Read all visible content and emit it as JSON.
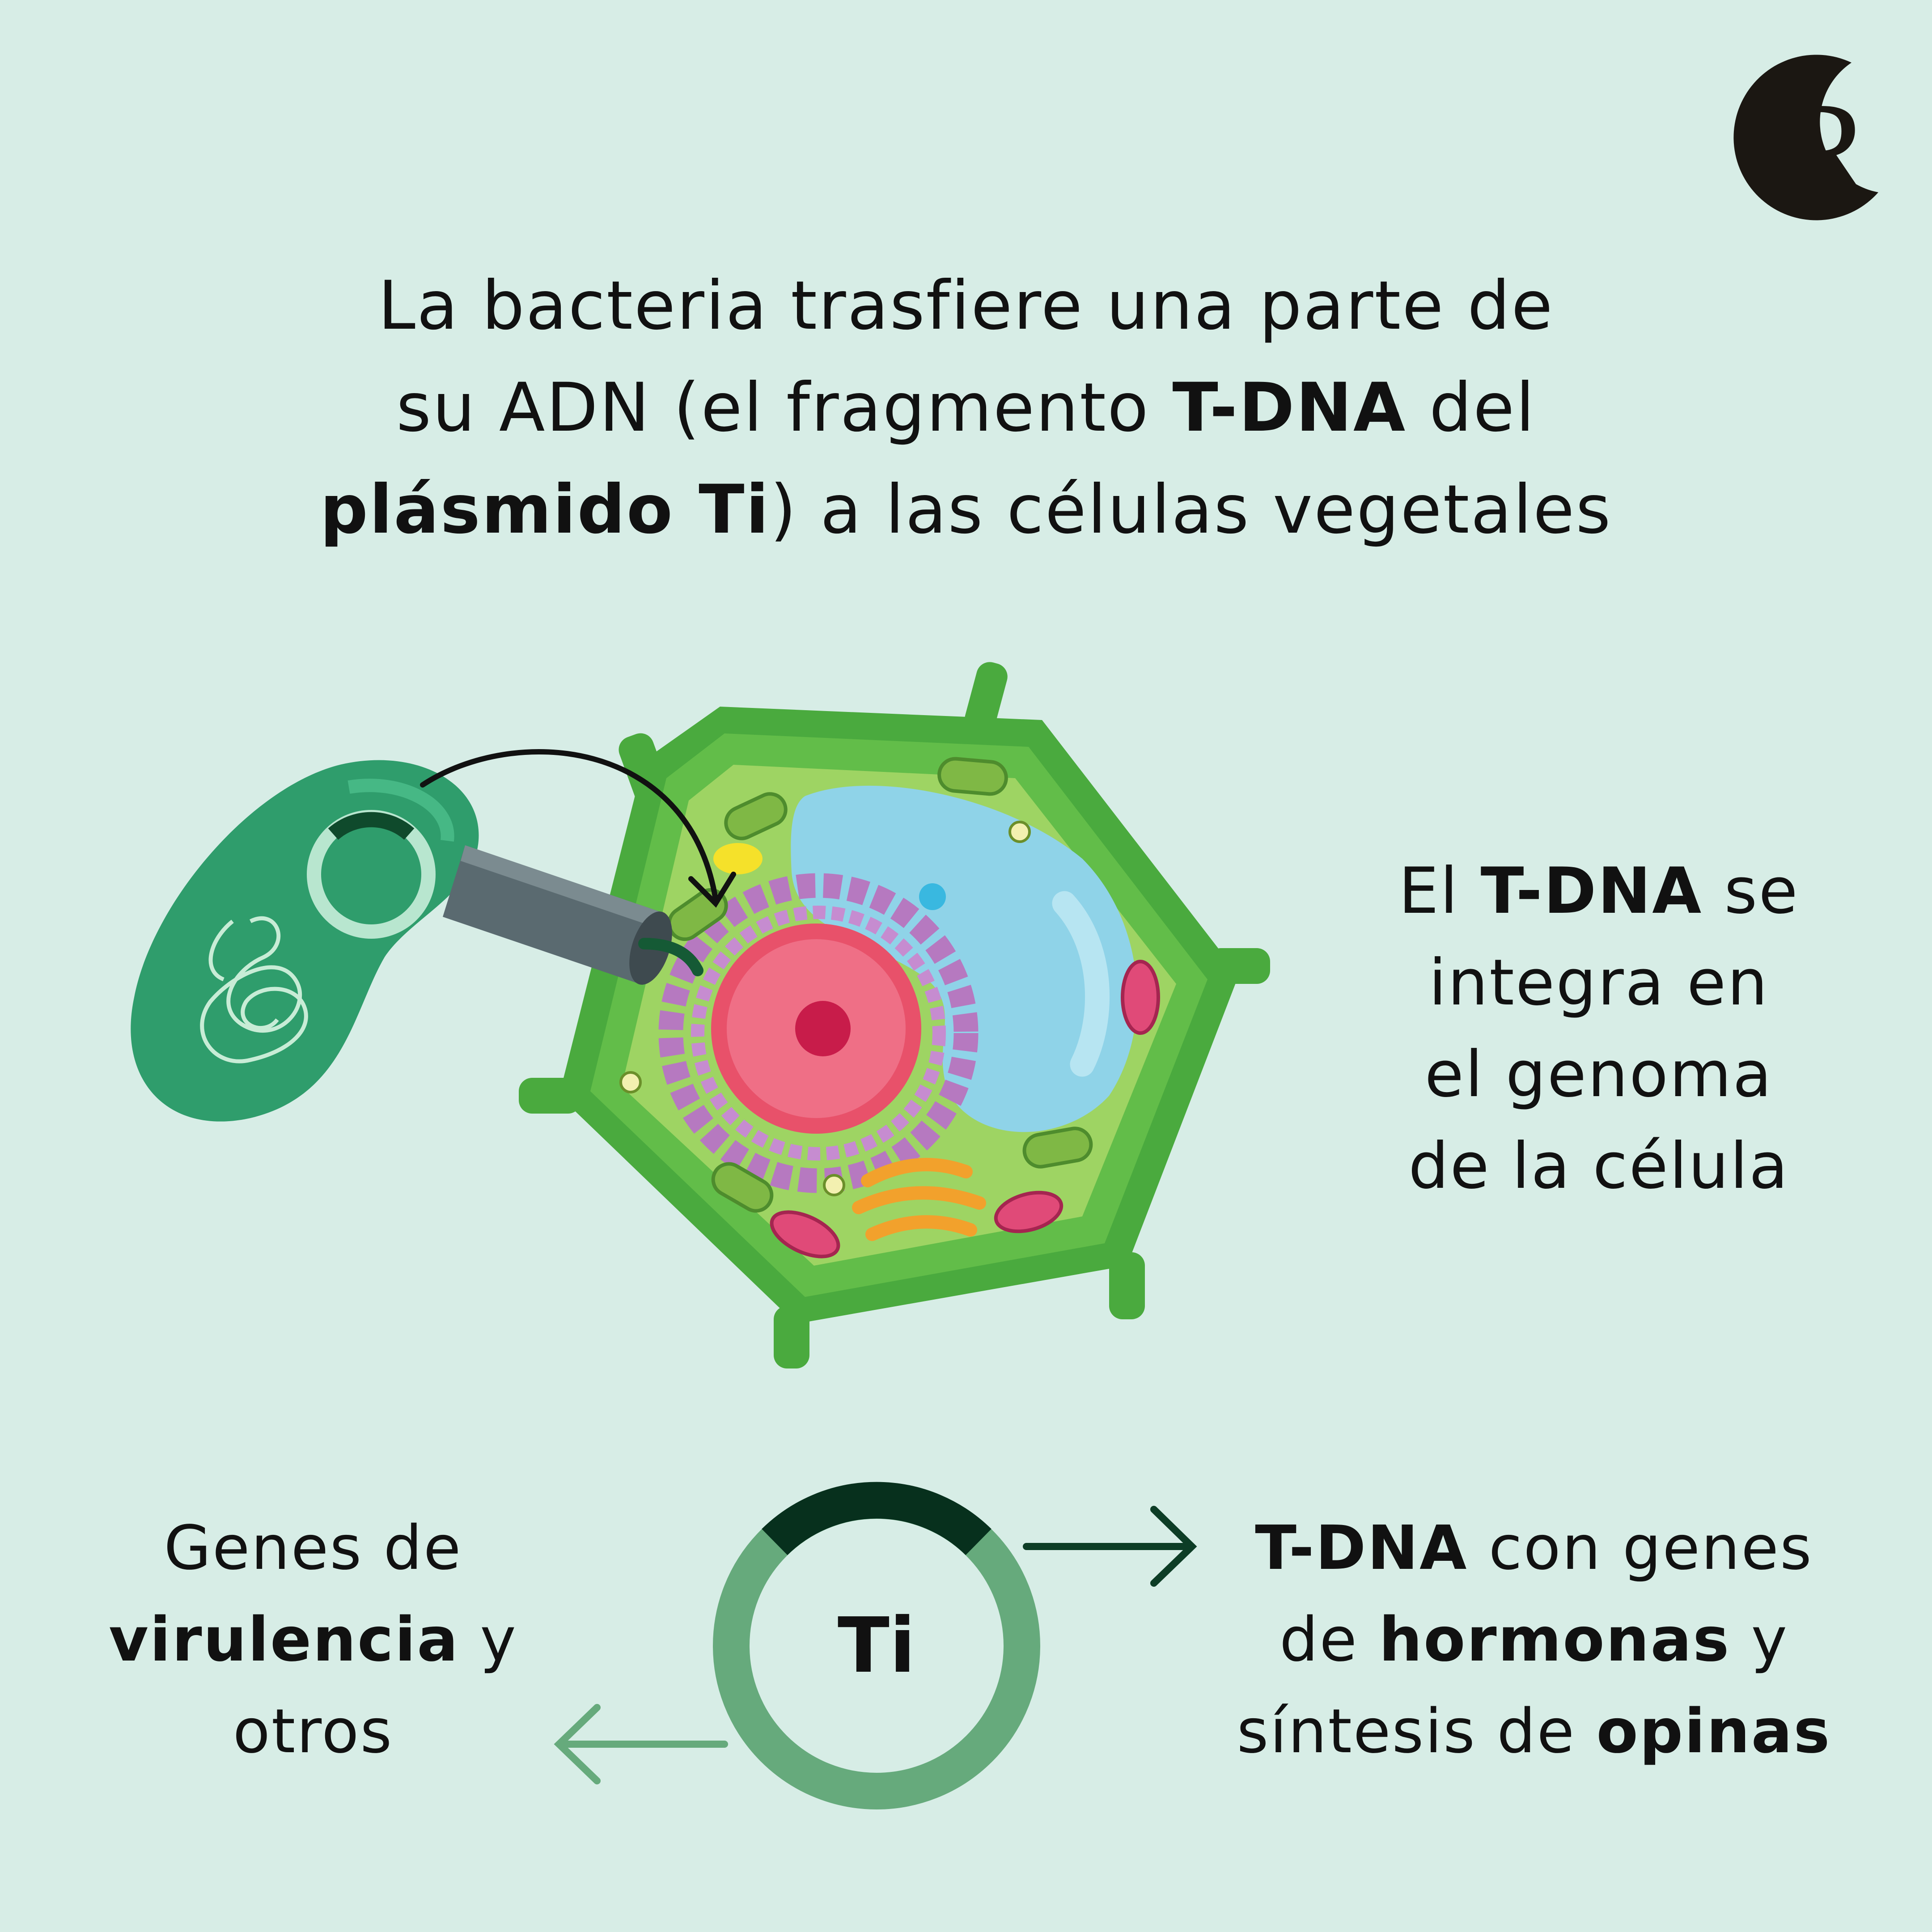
{
  "logo": {
    "text": "CR"
  },
  "title": {
    "line1": "La bacteria trasfiere una parte de",
    "line2_a": "su ADN (el fragmento ",
    "line2_b": "T-DNA",
    "line2_c": " del",
    "line3_a": "plásmido Ti",
    "line3_b": ") a las células vegetales"
  },
  "integration": {
    "l1_a": "El ",
    "l1_b": "T-DNA",
    "l1_c": " se",
    "l2": "integra en",
    "l3": "el genoma",
    "l4": "de la célula"
  },
  "plasmid": {
    "label": "Ti"
  },
  "virulence": {
    "l1": "Genes de",
    "l2_a": "virulencia",
    "l2_b": " y",
    "l3": "otros"
  },
  "tdna_genes": {
    "l1_a": "T-DNA",
    "l1_b": " con genes",
    "l2_a": "de ",
    "l2_b": "hormonas",
    "l2_c": " y",
    "l3_a": "síntesis de ",
    "l3_b": "opinas"
  },
  "colors": {
    "background": "#d7ede6",
    "bacterium": "#2f9d6c",
    "cell_wall": "#4aaa3e",
    "cytoplasm": "#9ed463",
    "vacuole": "#8fd3e8",
    "nucleus": "#e8516a",
    "plasmid_light": "#66aa7c",
    "plasmid_dark": "#07301d",
    "tube": "#5a6a70"
  }
}
